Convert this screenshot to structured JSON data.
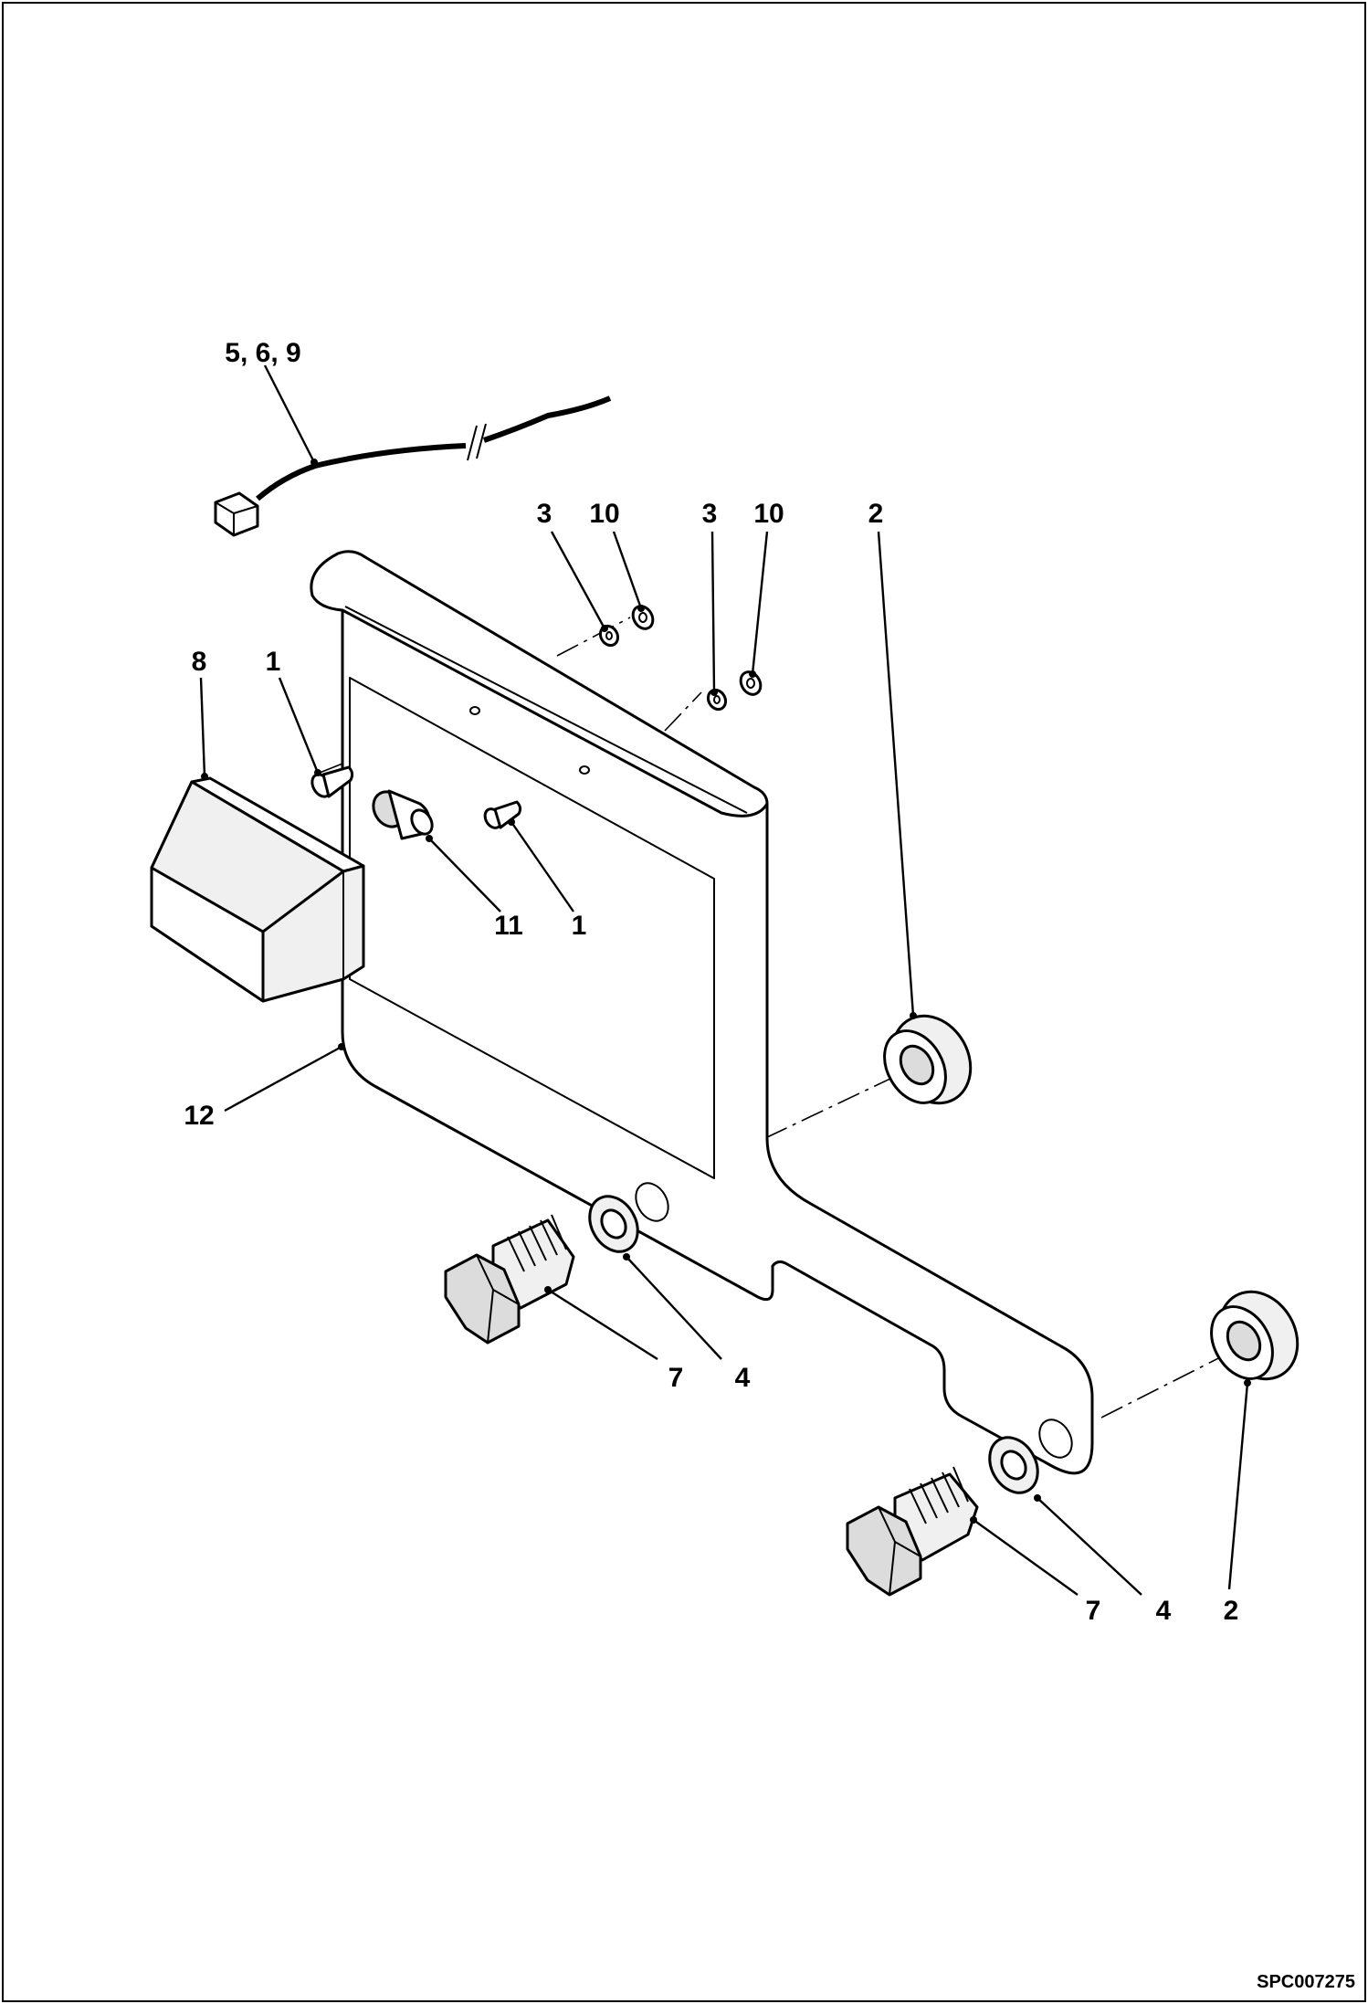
{
  "figure_code": "SPC007275",
  "callouts": [
    {
      "id": "c-569",
      "text": "5, 6, 9"
    },
    {
      "id": "c-3a",
      "text": "3"
    },
    {
      "id": "c-10a",
      "text": "10"
    },
    {
      "id": "c-3b",
      "text": "3"
    },
    {
      "id": "c-10b",
      "text": "10"
    },
    {
      "id": "c-2a",
      "text": "2"
    },
    {
      "id": "c-8",
      "text": "8"
    },
    {
      "id": "c-1a",
      "text": "1"
    },
    {
      "id": "c-11",
      "text": "11"
    },
    {
      "id": "c-1b",
      "text": "1"
    },
    {
      "id": "c-12",
      "text": "12"
    },
    {
      "id": "c-7a",
      "text": "7"
    },
    {
      "id": "c-4a",
      "text": "4"
    },
    {
      "id": "c-7b",
      "text": "7"
    },
    {
      "id": "c-4b",
      "text": "4"
    },
    {
      "id": "c-2b",
      "text": "2"
    }
  ]
}
